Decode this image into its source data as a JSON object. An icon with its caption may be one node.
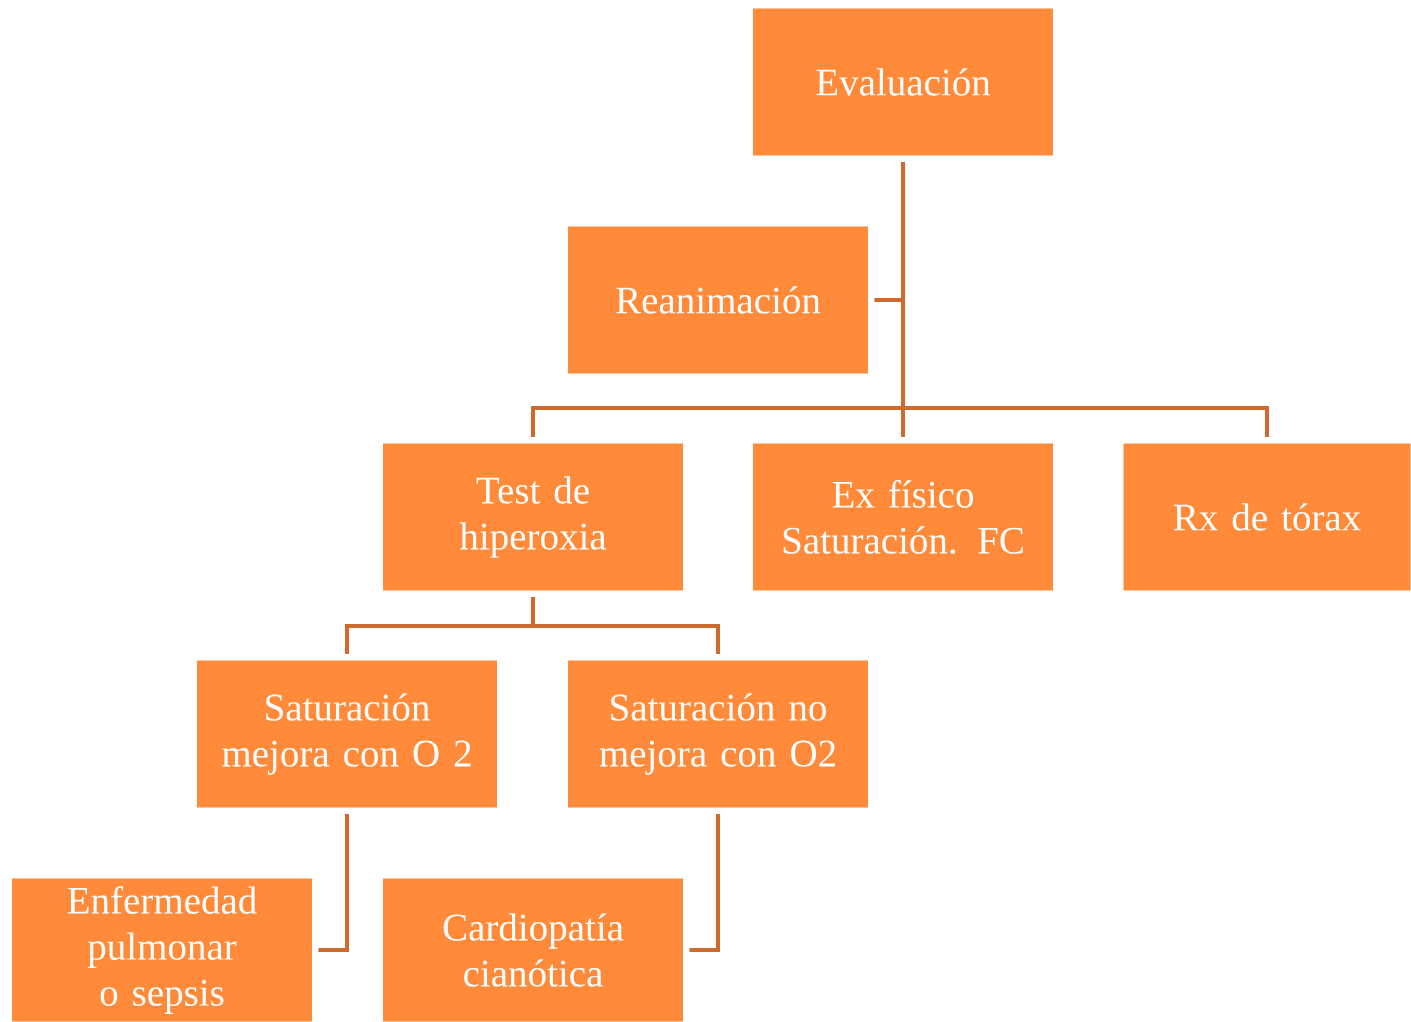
{
  "diagram": {
    "nodes": [
      {
        "text": [
          "Evaluación"
        ]
      },
      {
        "text": [
          "Reanimación"
        ]
      },
      {
        "text": [
          "Test de hiperoxia"
        ]
      },
      {
        "text": [
          "Ex físico",
          "Saturación. FC"
        ]
      },
      {
        "text": [
          "Rx de tórax"
        ]
      },
      {
        "text": [
          "Saturación mejora con O 2"
        ]
      },
      {
        "text": [
          "Saturación no mejora con O2"
        ]
      },
      {
        "text": [
          "Enfermedad pulmonar o sepsis"
        ]
      },
      {
        "text": [
          "Cardiopatía cianótica"
        ]
      }
    ],
    "edges": [
      {
        "from": 0,
        "to": 1,
        "arrow": "none"
      },
      {
        "from": 0,
        "to": 2,
        "arrow": "none"
      },
      {
        "from": 0,
        "to": 3,
        "arrow": "none"
      },
      {
        "from": 0,
        "to": 4,
        "arrow": "none"
      },
      {
        "from": 2,
        "to": 5,
        "arrow": "none"
      },
      {
        "from": 2,
        "to": 6,
        "arrow": "none"
      },
      {
        "from": 5,
        "to": 7,
        "arrow": "none"
      },
      {
        "from": 6,
        "to": 8,
        "arrow": "none"
      }
    ]
  }
}
